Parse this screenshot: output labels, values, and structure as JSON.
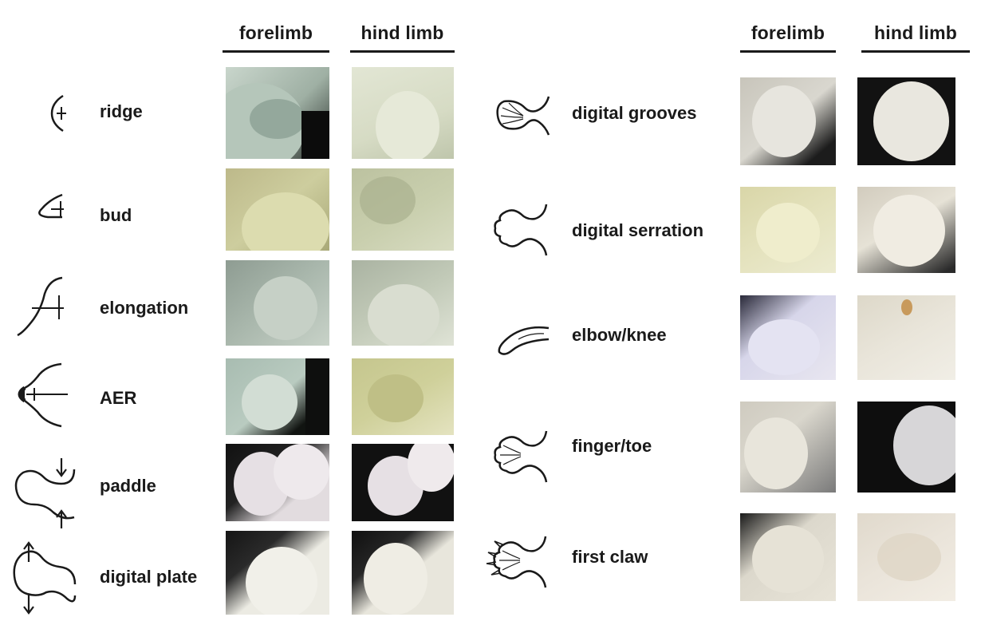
{
  "headers": {
    "left_forelimb": "forelimb",
    "left_hindlimb": "hind limb",
    "right_forelimb": "forelimb",
    "right_hindlimb": "hind limb"
  },
  "left_stages": [
    {
      "label": "ridge",
      "icon": "ridge-icon"
    },
    {
      "label": "bud",
      "icon": "bud-icon"
    },
    {
      "label": "elongation",
      "icon": "elongation-icon"
    },
    {
      "label": "AER",
      "icon": "aer-icon"
    },
    {
      "label": "paddle",
      "icon": "paddle-icon"
    },
    {
      "label": "digital plate",
      "icon": "digital-plate-icon"
    }
  ],
  "right_stages": [
    {
      "label": "digital grooves",
      "icon": "digital-grooves-icon"
    },
    {
      "label": "digital serration",
      "icon": "digital-serration-icon"
    },
    {
      "label": "elbow/knee",
      "icon": "elbow-knee-icon"
    },
    {
      "label": "finger/toe",
      "icon": "finger-toe-icon"
    },
    {
      "label": "first claw",
      "icon": "first-claw-icon"
    }
  ],
  "photo_colors": {
    "ridge_fore": "#9fb0a4",
    "ridge_hind": "#d6dbc4",
    "bud_fore": "#cdcd9e",
    "bud_hind": "#c9cfae",
    "elong_fore": "#aab8ad",
    "elong_hind": "#c2cab8",
    "aer_fore": "#b9cbc0",
    "aer_hind": "#cfd09a",
    "paddle_fore": "#e2dcdf",
    "paddle_hind": "#e6e0e4",
    "plate_fore": "#ecebe3",
    "plate_hind": "#e8e6dc",
    "grooves_fore": "#d9d7cf",
    "grooves_hind": "#e9e7df",
    "serration_fore": "#e4e2bd",
    "serration_hind": "#e6e2d6",
    "elbow_fore": "#d7d6ea",
    "elbow_hind": "#e9e5da",
    "finger_fore": "#d9d6cc",
    "finger_hind": "#d7d6d8",
    "claw_fore": "#dcd8cc",
    "claw_hind": "#eae4da"
  }
}
